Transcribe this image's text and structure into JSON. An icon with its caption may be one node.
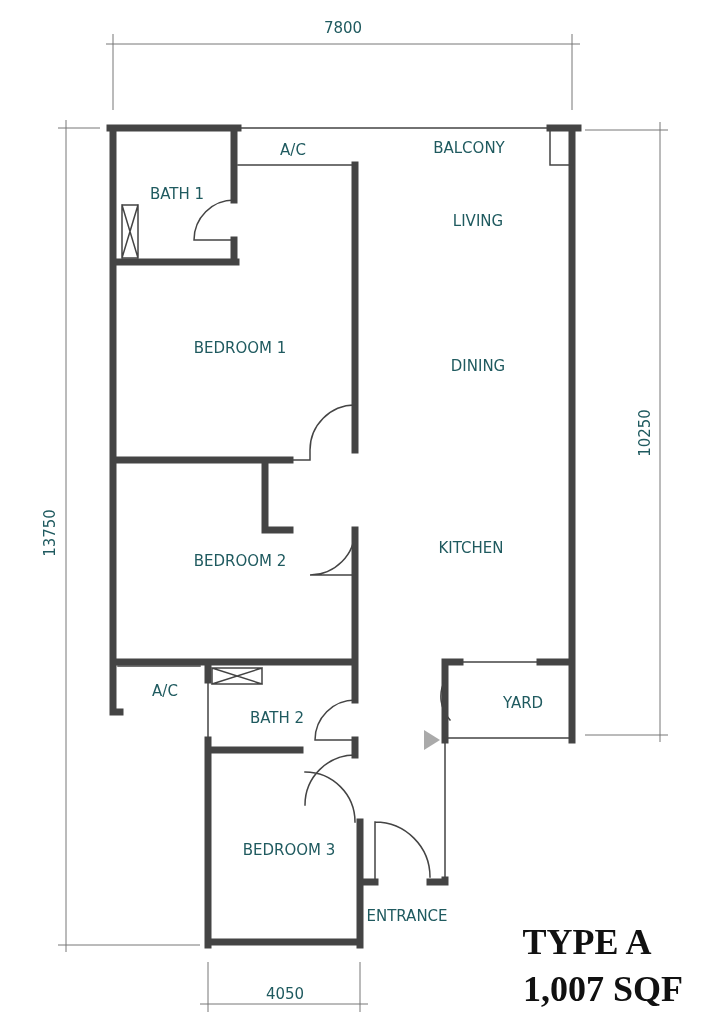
{
  "diagram": {
    "labels": [
      "7800",
      "A/C",
      "BALCONY",
      "BATH 1",
      "LIVING",
      "13750",
      "10250",
      "BEDROOM 1",
      "DINING",
      "KITCHEN",
      "BEDROOM 2",
      "A/C",
      "YARD",
      "BATH 2",
      "BEDROOM 3",
      "ENTRANCE",
      "TYPE A",
      "4050",
      "1,007 SQF"
    ]
  }
}
